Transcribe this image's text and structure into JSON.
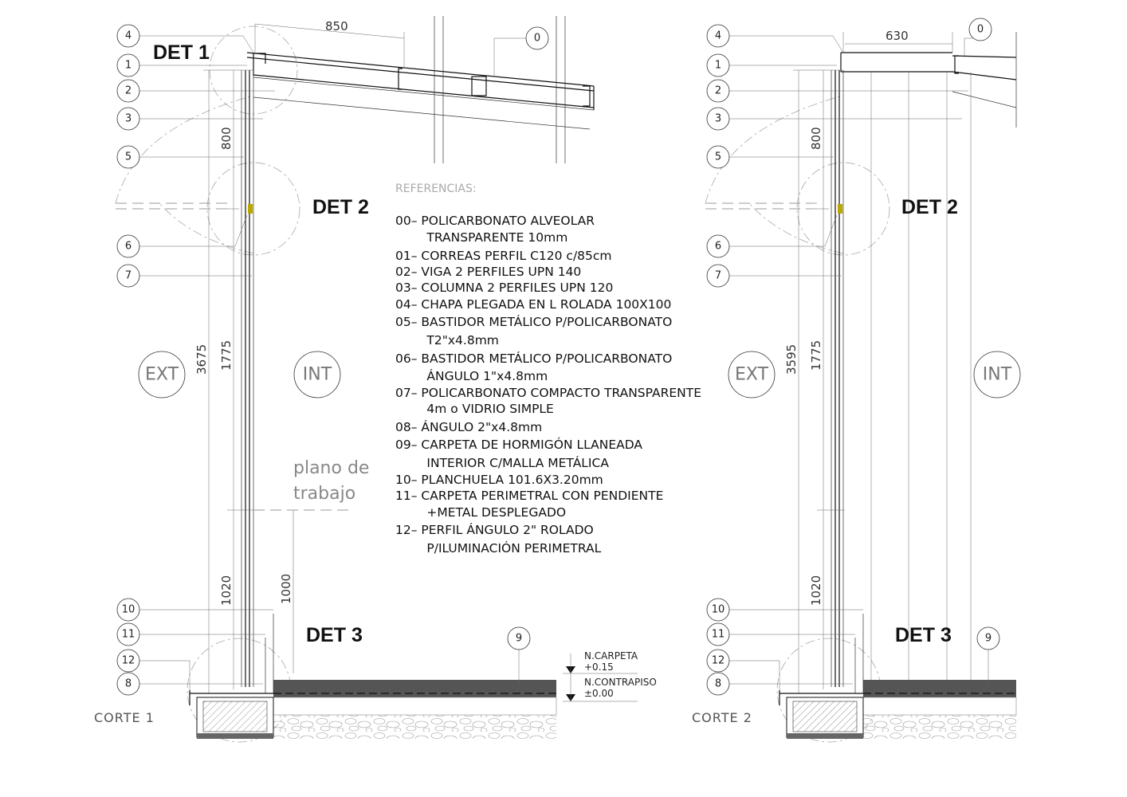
{
  "details": {
    "det1": "DET 1",
    "det2": "DET 2",
    "det3": "DET 3"
  },
  "sections": {
    "corte1": "CORTE 1",
    "corte2": "CORTE 2"
  },
  "zones": {
    "ext": "EXT",
    "int": "INT"
  },
  "dimensions": {
    "c1_top": "850",
    "c1_total": "3675",
    "c1_upper": "800",
    "c1_middle": "1775",
    "c1_lower": "1020",
    "c1_work": "1000",
    "c2_top": "630",
    "c2_total": "3595",
    "c2_upper": "800",
    "c2_middle": "1775",
    "c2_lower": "1020"
  },
  "callouts": {
    "n0": "0",
    "n1": "1",
    "n2": "2",
    "n3": "3",
    "n4": "4",
    "n5": "5",
    "n6": "6",
    "n7": "7",
    "n8": "8",
    "n9": "9",
    "n10": "10",
    "n11": "11",
    "n12": "12"
  },
  "plano_de_trabajo": [
    "plano de",
    "trabajo"
  ],
  "levels": {
    "carpeta_label": "N.CARPETA",
    "carpeta_value": "+0.15",
    "contrapiso_label": "N.CONTRAPISO",
    "contrapiso_value": "±0.00"
  },
  "references": {
    "title": "REFERENCIAS:",
    "lines": [
      "00– POLICARBONATO ALVEOLAR",
      "        TRANSPARENTE 10mm",
      "01– CORREAS PERFIL C120 c/85cm",
      "02– VIGA 2 PERFILES UPN 140",
      "03– COLUMNA 2 PERFILES UPN 120",
      "04– CHAPA PLEGADA EN L ROLADA 100X100",
      "05– BASTIDOR METÁLICO P/POLICARBONATO",
      "        T2\"x4.8mm",
      "06– BASTIDOR METÁLICO P/POLICARBONATO",
      "        ÁNGULO 1\"x4.8mm",
      "07– POLICARBONATO COMPACTO TRANSPARENTE",
      "        4m o VIDRIO SIMPLE",
      "08– ÁNGULO 2\"x4.8mm",
      "09– CARPETA DE HORMIGÓN LLANEADA",
      "        INTERIOR C/MALLA METÁLICA",
      "10– PLANCHUELA 101.6X3.20mm",
      "11– CARPETA PERIMETRAL CON PENDIENTE",
      "        +METAL DESPLEGADO",
      "12– PERFIL ÁNGULO 2\" ROLADO",
      "        P/ILUMINACIÓN PERIMETRAL"
    ]
  }
}
